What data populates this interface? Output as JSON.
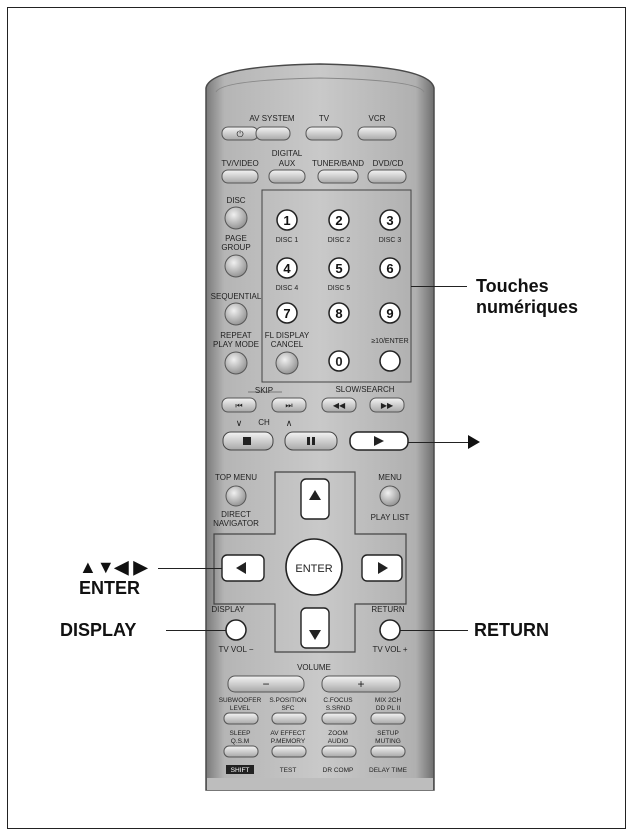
{
  "remote": {
    "top_keys": {
      "power_label": "⏻",
      "av_system": "AV SYSTEM",
      "tv": "TV",
      "vcr": "VCR",
      "tv_video": "TV/VIDEO",
      "digital_aux_line1": "DIGITAL",
      "digital_aux_line2": "AUX",
      "tuner_band": "TUNER/BAND",
      "dvd_cd": "DVD/CD"
    },
    "left_column": {
      "disc": "DISC",
      "page_line1": "PAGE",
      "page_line2": "GROUP",
      "sequential": "SEQUENTIAL",
      "repeat_line1": "REPEAT",
      "repeat_line2": "PLAY MODE",
      "fl_display_line1": "FL DISPLAY",
      "fl_display_line2": "CANCEL"
    },
    "numeric_keys": [
      {
        "digit": "1",
        "sub": "DISC 1"
      },
      {
        "digit": "2",
        "sub": "DISC 2"
      },
      {
        "digit": "3",
        "sub": "DISC 3"
      },
      {
        "digit": "4",
        "sub": "DISC 4"
      },
      {
        "digit": "5",
        "sub": "DISC 5"
      },
      {
        "digit": "6",
        "sub": ""
      },
      {
        "digit": "7",
        "sub": ""
      },
      {
        "digit": "8",
        "sub": ""
      },
      {
        "digit": "9",
        "sub": ""
      }
    ],
    "zero": "0",
    "enter_key_label": "≥10/ENTER",
    "transport": {
      "skip": "SKIP",
      "ch": "CH",
      "slow_search": "SLOW/SEARCH"
    },
    "nav": {
      "top_menu": "TOP MENU",
      "direct_navigator_line1": "DIRECT",
      "direct_navigator_line2": "NAVIGATOR",
      "menu": "MENU",
      "play_list": "PLAY LIST",
      "enter": "ENTER",
      "display": "DISPLAY",
      "return": "RETURN",
      "tv_vol_minus": "TV VOL −",
      "tv_vol_plus": "TV VOL +"
    },
    "volume": {
      "label": "VOLUME",
      "minus": "−",
      "plus": "+"
    },
    "bottom_keys": {
      "subwoofer_line1": "SUBWOOFER",
      "subwoofer_line2": "LEVEL",
      "s_position_line1": "S.POSITION",
      "s_position_line2": "SFC",
      "c_focus_line1": "C.FOCUS",
      "c_focus_line2": "S.SRND",
      "mix_2ch_line1": "MIX 2CH",
      "mix_2ch_line2": "DD PL II",
      "sleep_line1": "SLEEP",
      "sleep_line2": "Q.S.M",
      "av_effect_line1": "AV EFFECT",
      "av_effect_line2": "P.MEMORY",
      "zoom_line1": "ZOOM",
      "zoom_line2": "AUDIO",
      "setup_line1": "SETUP",
      "setup_line2": "MUTING",
      "shift": "SHIFT",
      "test": "TEST",
      "dr_comp": "DR COMP",
      "delay_time": "DELAY TIME"
    }
  },
  "callouts": {
    "numeric_line1": "Touches",
    "numeric_line2": "numériques",
    "play_arrow": "▶",
    "cursor_arrows": "▲▼◀ ▶",
    "enter": "ENTER",
    "display": "DISPLAY",
    "return": "RETURN"
  }
}
